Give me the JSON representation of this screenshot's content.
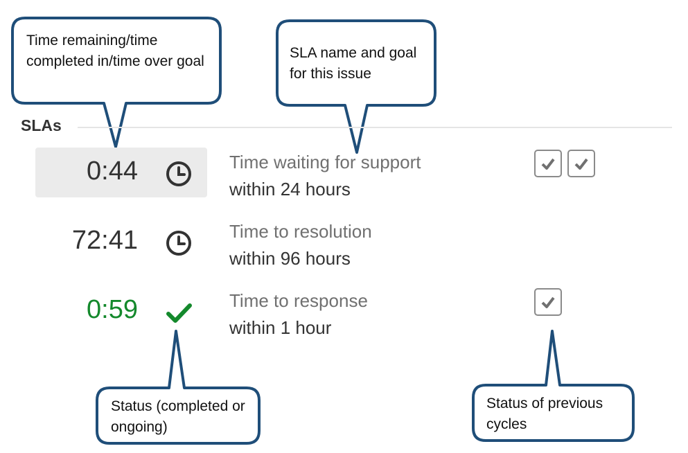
{
  "section": {
    "title": "SLAs"
  },
  "slas": [
    {
      "time": "0:44",
      "status": "ongoing",
      "status_icon": "clock-icon",
      "highlighted": true,
      "name": "Time waiting for support",
      "goal": "within 24 hours",
      "previous_cycles": [
        "check-icon",
        "check-icon"
      ]
    },
    {
      "time": "72:41",
      "status": "ongoing",
      "status_icon": "clock-icon",
      "highlighted": false,
      "name": "Time to resolution",
      "goal": "within 96 hours",
      "previous_cycles": []
    },
    {
      "time": "0:59",
      "status": "completed",
      "status_icon": "checkmark-icon",
      "highlighted": false,
      "name": "Time to response",
      "goal": "within 1 hour",
      "previous_cycles": [
        "check-icon"
      ]
    }
  ],
  "callouts": {
    "time": "Time remaining/time completed in/time over goal",
    "name_goal": "SLA name and goal for this issue",
    "status": "Status (completed or ongoing)",
    "previous": "Status of previous cycles"
  },
  "colors": {
    "completed": "#14892c",
    "text": "#333333",
    "muted": "#707070",
    "callout_border": "#1f4e79"
  }
}
